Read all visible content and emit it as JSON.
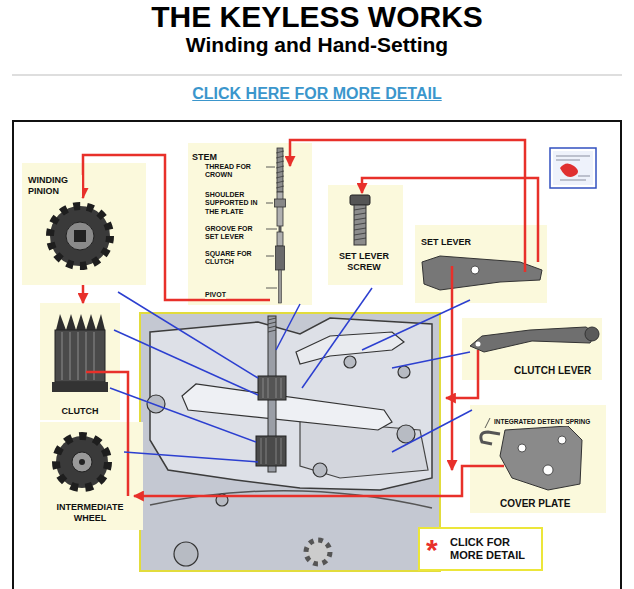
{
  "diagram": {
    "title": "THE KEYLESS WORKS",
    "nodes": [
      {
        "text": [
          "STEM",
          "THREAD FOR CROWN",
          "SHOULDER SUPPORTED IN THE PLATE",
          "GROOVE FOR SET LEVER",
          "SQUARE FOR CLUTCH",
          "PIVOT"
        ]
      },
      {
        "text": [
          "WINDING PINION"
        ]
      },
      {
        "text": [
          "SET LEVER SCREW"
        ]
      },
      {
        "text": [
          "SET LEVER"
        ]
      },
      {
        "text": [
          "CLUTCH"
        ]
      },
      {
        "text": [
          "CLUTCH LEVER"
        ]
      },
      {
        "text": [
          "INTEGRATED DETENT SPRING",
          "COVER PLATE"
        ]
      },
      {
        "text": [
          "INTERMEDIATE WHEEL"
        ]
      },
      {
        "text": [
          "*",
          "CLICK FOR MORE DETAIL"
        ]
      }
    ],
    "edges": [
      {
        "from": 1,
        "to": 4,
        "arrow": "to"
      }
    ],
    "labels": [
      "Winding and Hand-Setting",
      "CLICK HERE FOR MORE DETAIL"
    ]
  }
}
